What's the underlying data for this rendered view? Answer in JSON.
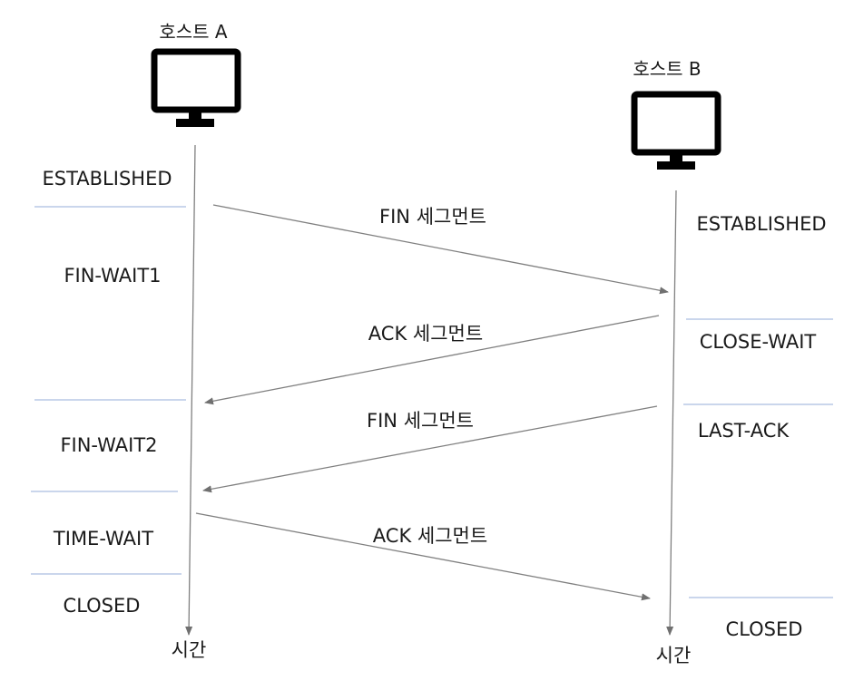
{
  "host_a": {
    "name": "호스트 A",
    "time_label": "시간",
    "icon": "monitor-icon"
  },
  "host_b": {
    "name": "호스트 B",
    "time_label": "시간",
    "icon": "monitor-icon"
  },
  "states_a": [
    "ESTABLISHED",
    "FIN-WAIT1",
    "FIN-WAIT2",
    "TIME-WAIT",
    "CLOSED"
  ],
  "states_b": [
    "ESTABLISHED",
    "CLOSE-WAIT",
    "LAST-ACK",
    "CLOSED"
  ],
  "messages": [
    {
      "label": "FIN 세그먼트",
      "direction": "A→B"
    },
    {
      "label": "ACK 세그먼트",
      "direction": "B→A"
    },
    {
      "label": "FIN 세그먼트",
      "direction": "B→A"
    },
    {
      "label": "ACK 세그먼트",
      "direction": "A→B"
    }
  ]
}
